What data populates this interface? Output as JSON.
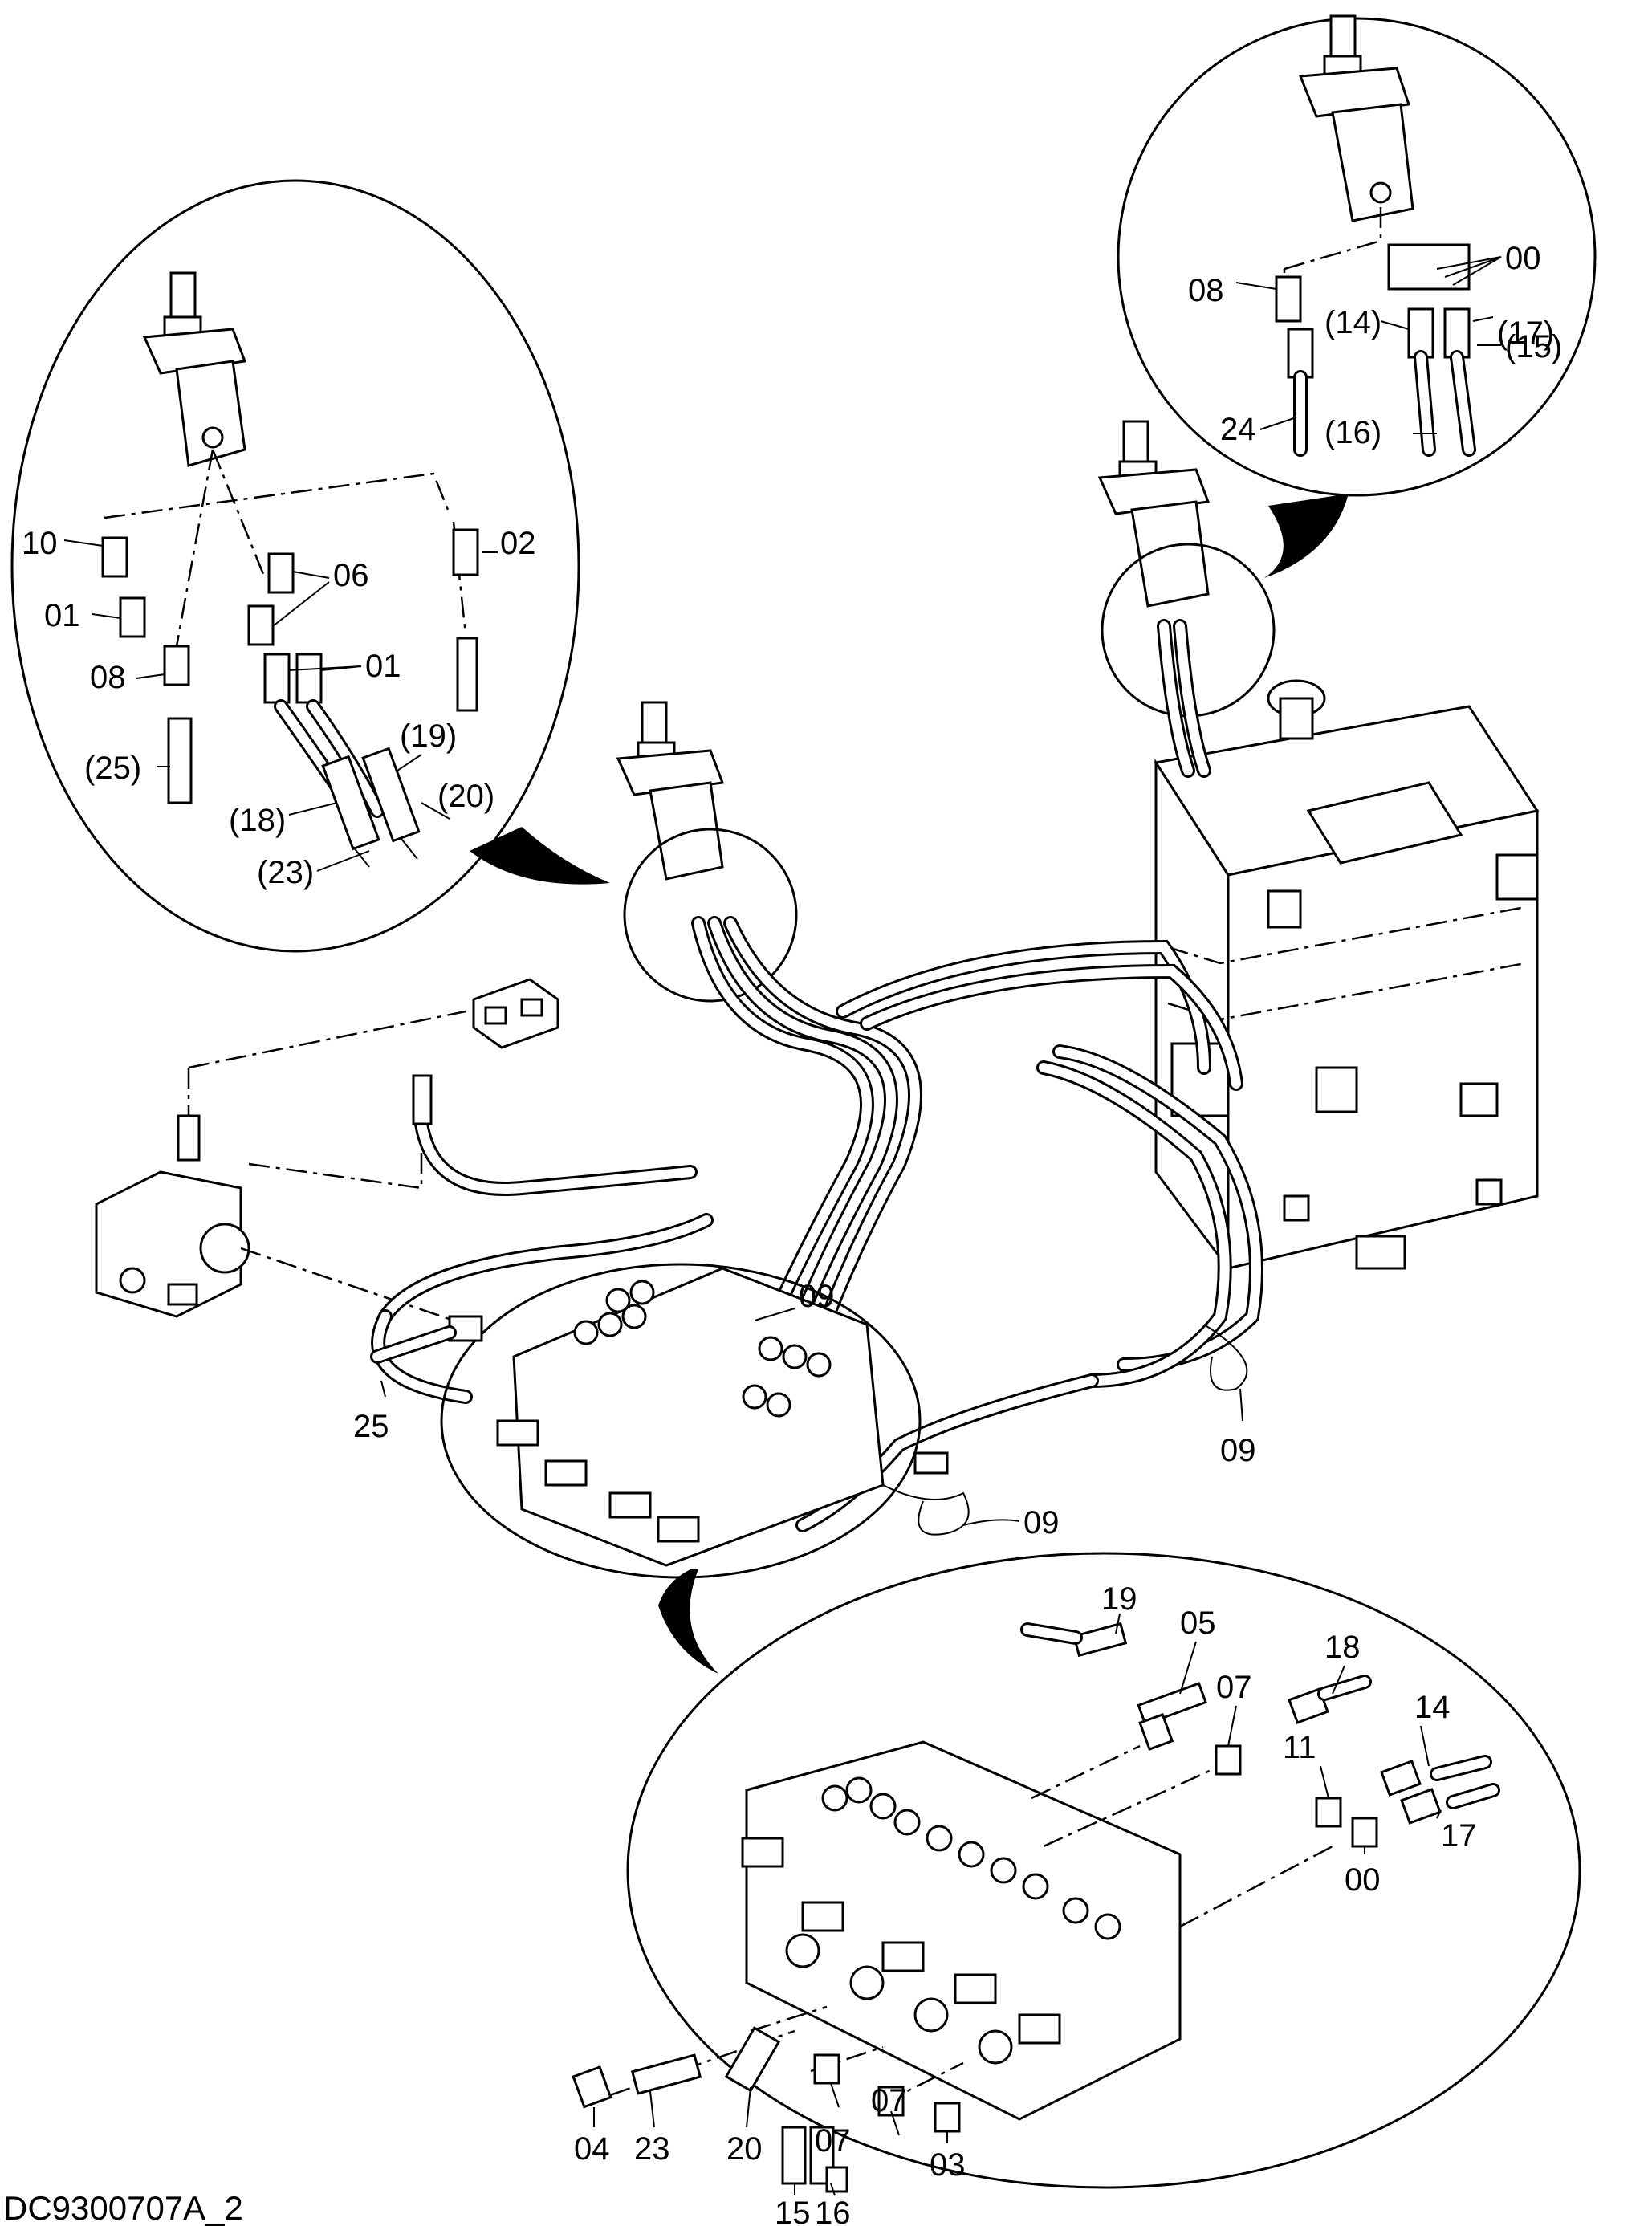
{
  "drawing_code": "DC9300707A_2",
  "callouts": {
    "left_detail": [
      "10",
      "02",
      "06",
      "01",
      "01",
      "08",
      "01",
      "(19)",
      "(20)",
      "(25)",
      "(18)",
      "(23)"
    ],
    "right_detail": [
      "00",
      "08",
      "(17)",
      "(14)",
      "(15)",
      "24",
      "(16)"
    ],
    "main": [
      "09",
      "25",
      "09",
      "09"
    ],
    "bottom_detail": [
      "19",
      "05",
      "07",
      "18",
      "14",
      "11",
      "17",
      "00",
      "07",
      "07",
      "04",
      "23",
      "20",
      "03",
      "15",
      "16"
    ]
  }
}
